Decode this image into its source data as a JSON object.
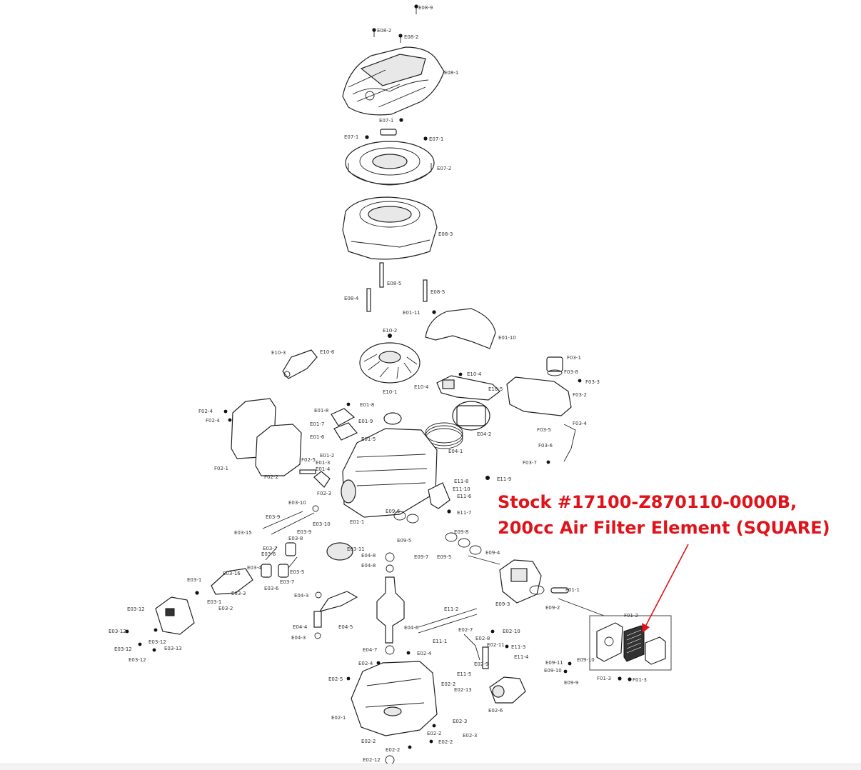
{
  "callout": {
    "line1": "Stock #17100-Z870110-0000B,",
    "line2": "200cc Air Filter Element (SQUARE)",
    "color": "#e0131a"
  },
  "labels": [
    "E08-9",
    "E08-2",
    "E08-2",
    "E08-1",
    "E07-1",
    "E07-1",
    "E07-1",
    "E07-2",
    "E08-3",
    "E08-5",
    "E08-5",
    "E08-4",
    "E01-11",
    "E01-10",
    "E10-2",
    "E10-3",
    "E10-6",
    "E10-1",
    "E10-4",
    "E10-4",
    "E10-5",
    "F03-1",
    "F03-8",
    "F03-3",
    "F03-2",
    "F03-4",
    "F03-5",
    "F03-6",
    "F03-7",
    "F02-4",
    "F02-4",
    "F02-1",
    "F02-2",
    "F02-5",
    "F02-3",
    "E01-8",
    "E01-8",
    "E01-7",
    "E01-6",
    "E01-9",
    "E01-5",
    "E04-2",
    "E04-1",
    "E01-2",
    "E01-3",
    "E01-4",
    "E11-8",
    "E11-10",
    "E11-6",
    "E11-9",
    "E11-7",
    "E03-10",
    "E03-9",
    "E03-10",
    "E03-9",
    "E03-8",
    "E03-15",
    "E03-11",
    "E03-7",
    "E03-6",
    "E03-5",
    "E03-4",
    "E03-16",
    "E03-1",
    "E03-3",
    "E03-2",
    "E03-1",
    "E03-7",
    "E03-6",
    "E01-1",
    "E09-6",
    "E09-5",
    "E09-8",
    "E09-7",
    "E09-5",
    "E09-4",
    "E04-8",
    "E04-8",
    "E04-3",
    "E04-4",
    "E04-5",
    "E04-3",
    "E04-6",
    "E04-7",
    "E11-2",
    "E11-1",
    "E02-7",
    "E02-10",
    "E02-8",
    "E02-11",
    "E11-3",
    "E11-4",
    "E02-9",
    "E11-5",
    "E02-4",
    "E02-4",
    "E02-5",
    "E02-13",
    "E02-2",
    "E02-6",
    "E02-1",
    "E02-3",
    "E02-2",
    "E02-3",
    "E02-2",
    "E02-2",
    "E02-2",
    "E02-12",
    "E09-3",
    "E09-2",
    "F01-1",
    "F01-2",
    "E09-11",
    "E09-10",
    "E09-10",
    "E09-9",
    "F01-3",
    "F01-3",
    "E03-12",
    "E03-12",
    "E03-12",
    "E03-12",
    "E03-13",
    "E03-12"
  ]
}
